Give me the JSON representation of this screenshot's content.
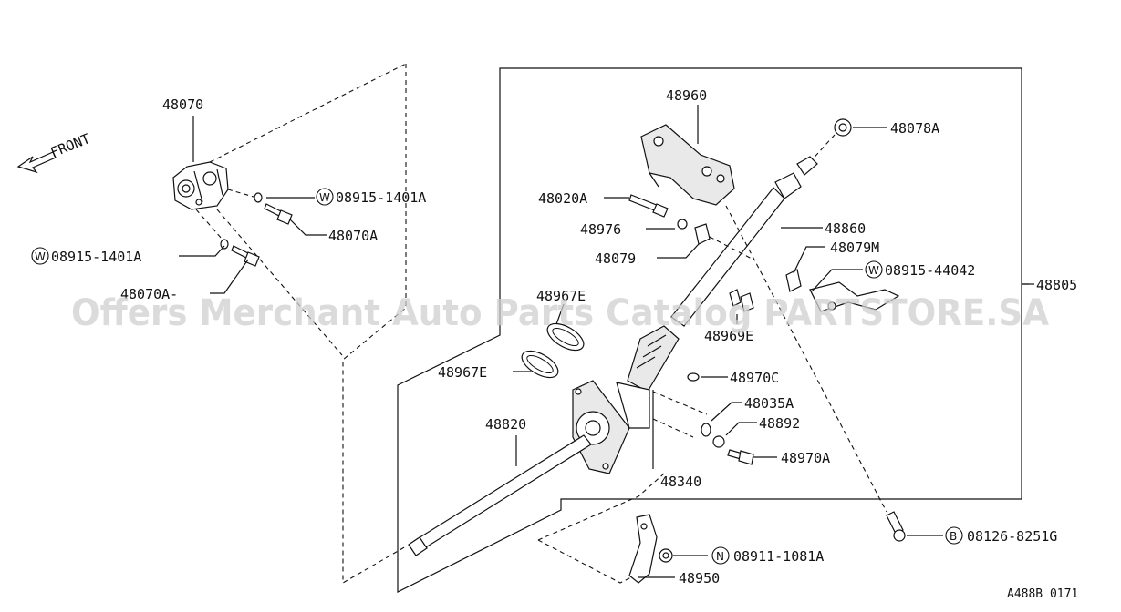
{
  "front_label": "FRONT",
  "watermark": "Offers Merchant Auto Parts Catalog PARTSTORE.SA",
  "diagram_code": "A488B 0171",
  "parts": {
    "p48070": "48070",
    "p08915_1401A_top": "08915-1401A",
    "p48070A_top": "48070A",
    "p08915_1401A_left": "08915-1401A",
    "p48070A_left": "48070A-",
    "p48960": "48960",
    "p48078A": "48078A",
    "p48020A": "48020A",
    "p48976": "48976",
    "p48860": "48860",
    "p48079": "48079",
    "p48079M": "48079M",
    "p08915_44042": "08915-44042",
    "p48805": "48805",
    "p48967E_top": "48967E",
    "p48969E": "48969E",
    "p48967E_left": "48967E",
    "p48970C": "48970C",
    "p48035A": "48035A",
    "p48820": "48820",
    "p48892": "48892",
    "p48970A": "48970A",
    "p48340": "48340",
    "p08126_8251G": "08126-8251G",
    "p08911_1081A": "08911-1081A",
    "p48950": "48950"
  },
  "markers": {
    "w": "W",
    "b": "B",
    "n": "N"
  }
}
